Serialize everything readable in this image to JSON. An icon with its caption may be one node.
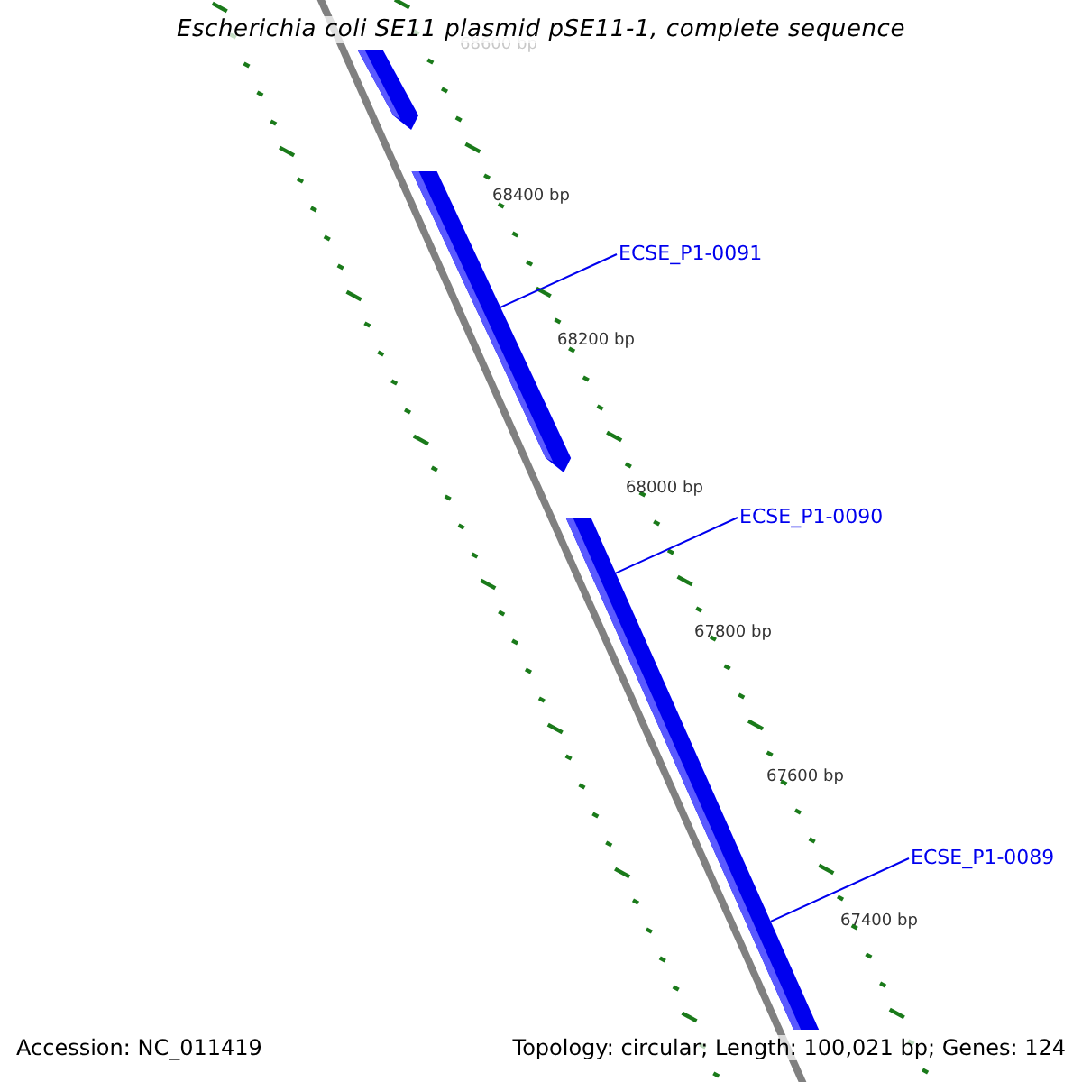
{
  "diagram": {
    "title": "Escherichia coli SE11 plasmid pSE11-1, complete sequence",
    "nodes": [
      {
        "text": [],
        "shape": "bar"
      },
      {
        "text": [
          "ECSE_P1-0091"
        ]
      },
      {
        "text": [],
        "shape": "bar"
      },
      {
        "text": [
          "ECSE_P1-0090"
        ]
      },
      {
        "text": [],
        "shape": "bar"
      },
      {
        "text": [
          "ECSE_P1-0089"
        ]
      },
      {
        "text": [],
        "shape": "bar"
      }
    ],
    "edges": [
      {
        "from": 1,
        "to": 2,
        "arrow": "none"
      },
      {
        "from": 3,
        "to": 4,
        "arrow": "none"
      },
      {
        "from": 5,
        "to": 6,
        "arrow": "none"
      }
    ],
    "labels": [
      "68600 bp",
      "68400 bp",
      "68200 bp",
      "68000 bp",
      "67800 bp",
      "67600 bp",
      "67400 bp",
      "Accession: NC_011419",
      "Topology: circular; Length: 100,021 bp; Genes: 124"
    ]
  }
}
